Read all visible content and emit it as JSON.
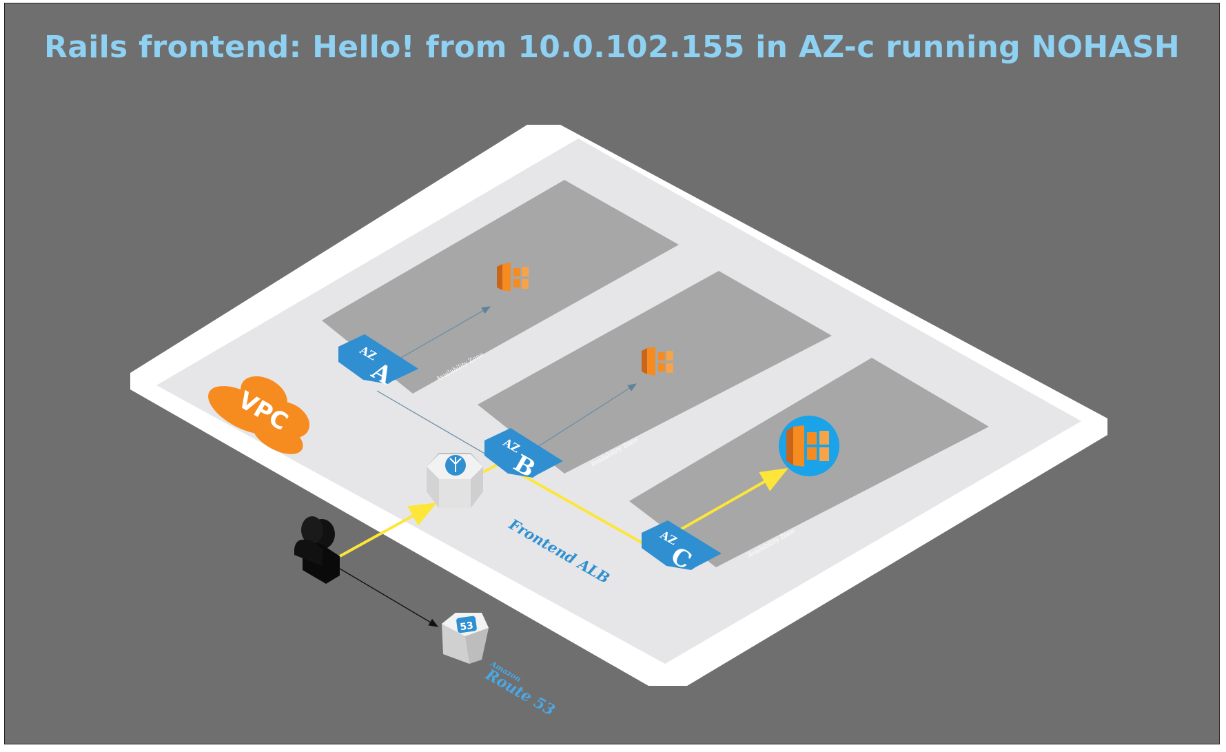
{
  "title": "Rails frontend: Hello! from 10.0.102.155 in AZ-c running NOHASH",
  "vpc_label": "VPC",
  "zones": [
    {
      "badge_prefix": "AZ",
      "badge_letter": "A",
      "caption": "Availability Zone",
      "active": false
    },
    {
      "badge_prefix": "AZ",
      "badge_letter": "B",
      "caption": "Availability Zone",
      "active": false
    },
    {
      "badge_prefix": "AZ",
      "badge_letter": "C",
      "caption": "Availability Zone",
      "active": true
    }
  ],
  "alb_label": "Frontend ALB",
  "route53": {
    "line1": "Amazon",
    "line2": "Route 53",
    "badge": "53"
  },
  "colors": {
    "background": "#6f6f6f",
    "title": "#8fd1f3",
    "vpc": "#f68b1f",
    "az_badge": "#2f8fd0",
    "ecs_icon": "#f68b1f",
    "active_highlight": "#1aa3e8",
    "active_path": "#fde53a"
  },
  "icons": [
    "vpc-cloud-icon",
    "ecs-container-icon",
    "load-balancer-icon",
    "route53-icon",
    "user-icon"
  ]
}
